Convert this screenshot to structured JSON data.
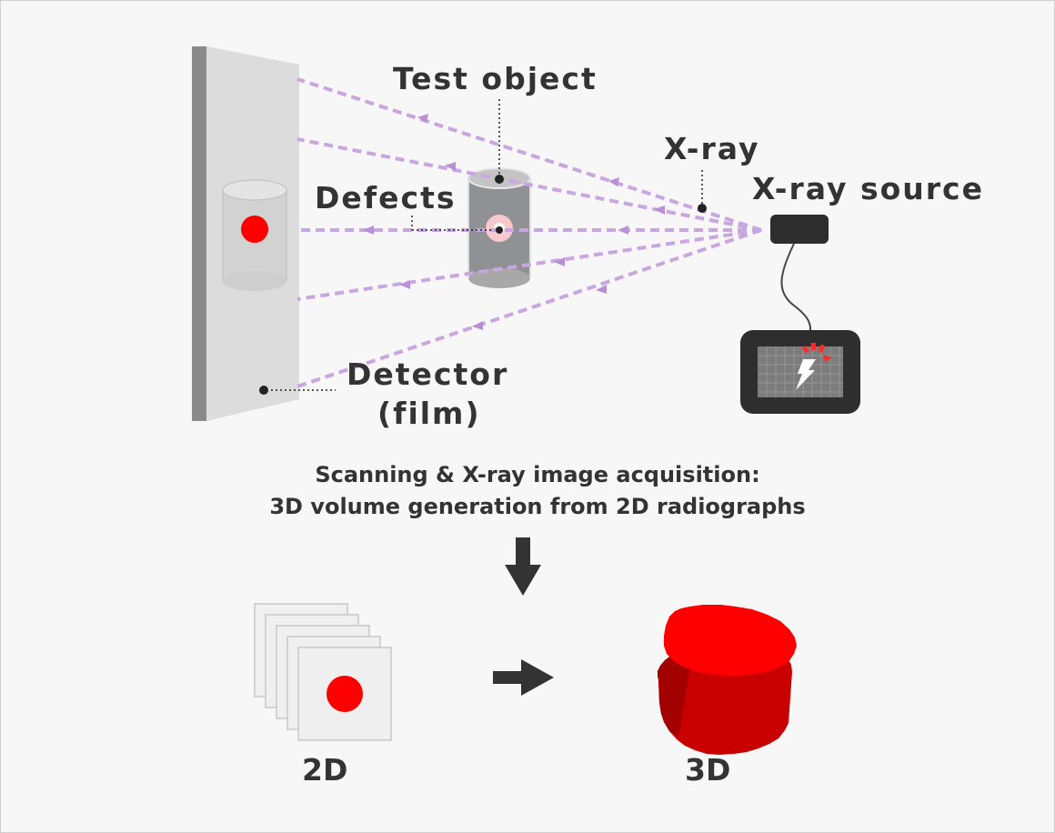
{
  "labels": {
    "test_object": "Test object",
    "x_ray": "X-ray",
    "x_ray_source": "X-ray source",
    "defects": "Defects",
    "detector": "Detector",
    "detector_sub": "(film)"
  },
  "caption": {
    "line1": "Scanning & X-ray image acquisition:",
    "line2": "3D volume generation from 2D radiographs"
  },
  "result": {
    "label_2d": "2D",
    "label_3d": "3D"
  },
  "colors": {
    "beam": "#c9a6e0",
    "defect": "#ff0000",
    "volume": "#e00000",
    "text": "#333333"
  }
}
